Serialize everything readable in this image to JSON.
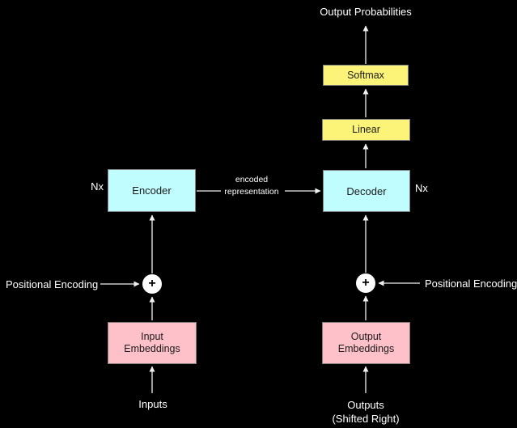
{
  "diagram": {
    "title_top": "Output Probabilities",
    "nodes": {
      "softmax": {
        "label": "Softmax"
      },
      "linear": {
        "label": "Linear"
      },
      "encoder": {
        "label": "Encoder"
      },
      "decoder": {
        "label": "Decoder"
      },
      "input_embeddings": {
        "line1": "Input",
        "line2": "Embeddings"
      },
      "output_embeddings": {
        "line1": "Output",
        "line2": "Embeddings"
      }
    },
    "labels": {
      "nx_left": "Nx",
      "nx_right": "Nx",
      "encoded_representation": {
        "line1": "encoded",
        "line2": "representation"
      },
      "positional_encoding_left": "Positional Encoding",
      "positional_encoding_right": "Positional Encoding",
      "plus_left": "+",
      "plus_right": "+",
      "inputs": "Inputs",
      "outputs": {
        "line1": "Outputs",
        "line2": "(Shifted Right)"
      }
    },
    "colors": {
      "background": "#000000",
      "box_yellow": "#FCF478",
      "box_cyan": "#C0FDFF",
      "box_pink": "#FFC1C9",
      "box_border": "#808080",
      "wire": "#F0F0F0",
      "text_light": "#FFFFFF",
      "text_dark": "#1A1A1A"
    }
  }
}
